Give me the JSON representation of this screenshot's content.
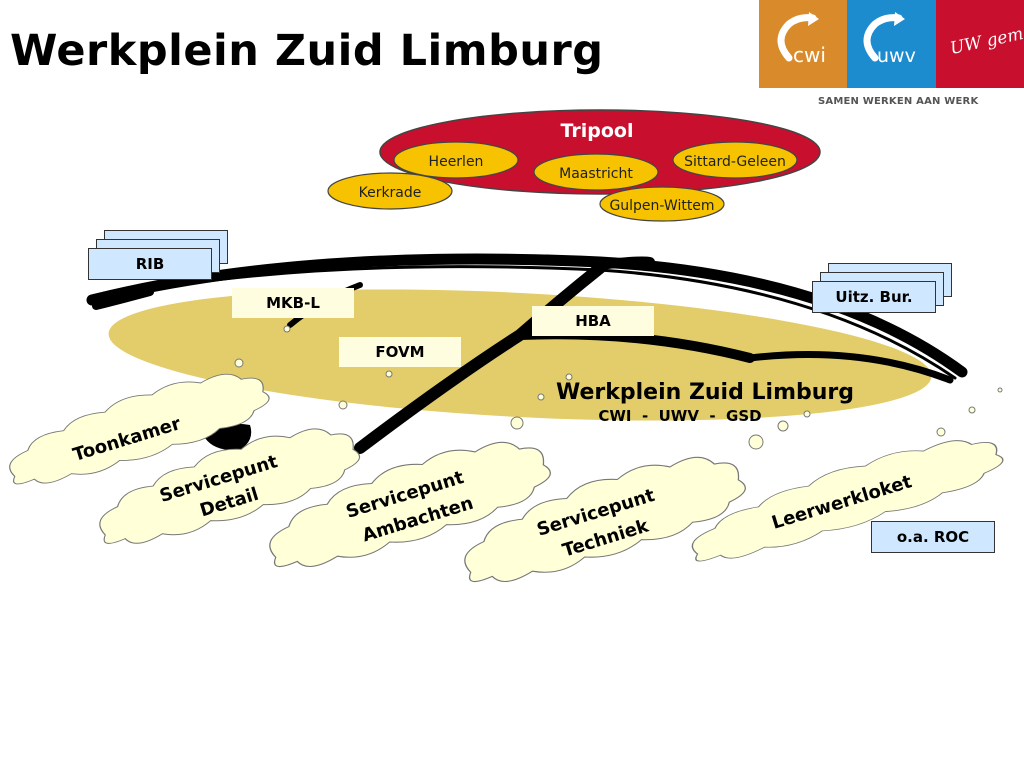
{
  "title": "Werkplein Zuid Limburg",
  "logos": {
    "cwi": "cwi",
    "uwv": "uwv",
    "gemeente": "UW gemeente",
    "tagline": "SAMEN WERKEN AAN WERK",
    "colors": {
      "cwi": "#d98a2b",
      "uwv": "#1d8ccf",
      "gemeente": "#c8102e"
    }
  },
  "tripool": {
    "label": "Tripool",
    "cities": [
      "Heerlen",
      "Maastricht",
      "Sittard-Geleen",
      "Kerkrade",
      "Gulpen-Wittem"
    ]
  },
  "partners": {
    "rib": "RIB",
    "uitz": "Uitz. Bur.",
    "mkb": "MKB-L",
    "hba": "HBA",
    "fovm": "FOVM",
    "roc": "o.a. ROC"
  },
  "werkplein": {
    "title": "Werkplein Zuid Limburg",
    "subtitle": "CWI  -  UWV  -  GSD"
  },
  "clouds": {
    "toonkamer": "Toonkamer",
    "detail": [
      "Servicepunt",
      "Detail"
    ],
    "ambachten": [
      "Servicepunt",
      "Ambachten"
    ],
    "techniek": [
      "Servicepunt",
      "Techniek"
    ],
    "leerwerkloket": "Leerwerkloket"
  }
}
